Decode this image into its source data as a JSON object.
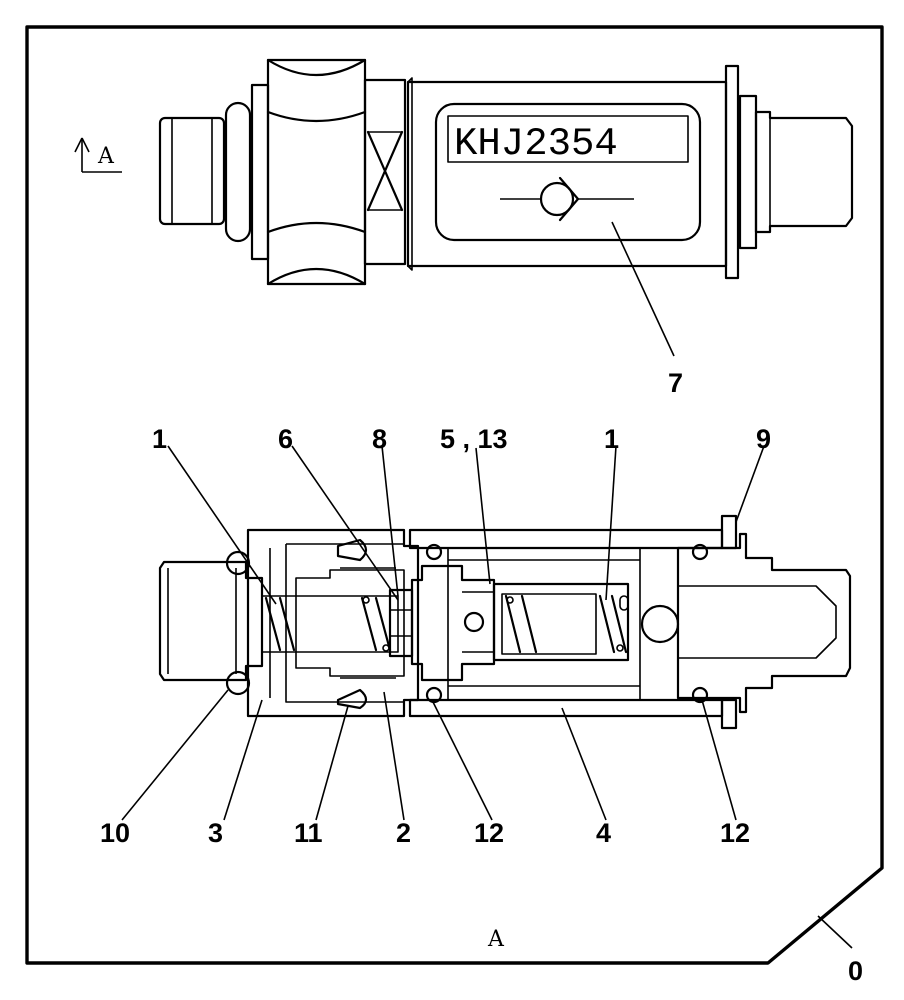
{
  "nameplate": {
    "text": "KHJ2354"
  },
  "view": {
    "arrow_label": "A",
    "caption": "A"
  },
  "callouts": {
    "c7": "7",
    "c1_left": "1",
    "c6": "6",
    "c8": "8",
    "c5_13": "5 , 13",
    "c1_right": "1",
    "c9": "9",
    "c10": "10",
    "c3": "3",
    "c11": "11",
    "c2": "2",
    "c12_left": "12",
    "c4": "4",
    "c12_right": "12",
    "c0": "0"
  }
}
